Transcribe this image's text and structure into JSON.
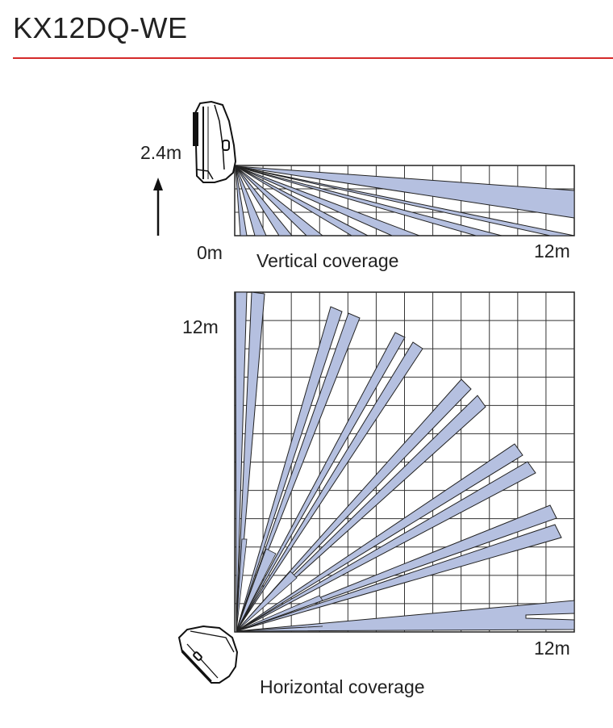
{
  "title": "KX12DQ-WE",
  "accent_color": "#d42a2a",
  "beam_color": "#b5c0e0",
  "vertical": {
    "height_label": "2.4m",
    "origin_label": "0m",
    "end_label": "12m",
    "caption": "Vertical coverage"
  },
  "horizontal": {
    "y_label": "12m",
    "x_label": "12m",
    "caption": "Horizontal coverage"
  },
  "icons": [
    "detector-side-icon",
    "up-arrow-icon",
    "detector-top-icon"
  ]
}
